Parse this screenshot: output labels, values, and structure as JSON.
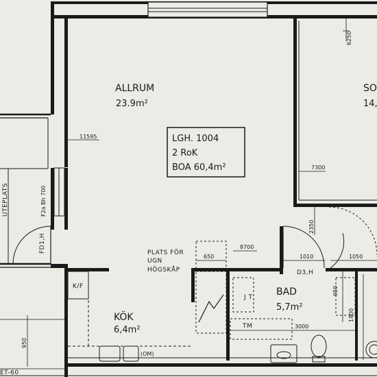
{
  "rooms": {
    "allrum": {
      "name": "ALLRUM",
      "area": "23.9m²"
    },
    "so": {
      "name": "SO",
      "area": "14,"
    },
    "kok": {
      "name": "KÖK",
      "area": "6,4m²"
    },
    "bad": {
      "name": "BAD",
      "area": "5,7m²"
    }
  },
  "apartment": {
    "id": "LGH. 1004",
    "rooms": "2 RoK",
    "boa": "BOA 60,4m²"
  },
  "labels": {
    "uteplats": "UTEPLATS",
    "plats_line1": "PLATS FÖR",
    "plats_line2": "UGN",
    "plats_line3": "HÖGSKÅP",
    "kf": "K/F",
    "tm": "TM",
    "d3h": "D3,H",
    "fd1h": "FD1,H",
    "f2abh": "F2a Bh 700",
    "om": "(OM)",
    "jt": "J T",
    "et60": "ET-60"
  },
  "dimensions": {
    "d6250": "6250",
    "d11595": "11595",
    "d7300": "7300",
    "d2350": "2350",
    "d8700": "8700",
    "d650": "650",
    "d1010": "1010",
    "d1050": "1050",
    "d950a": "950",
    "d950b": "950",
    "d3000": "3000",
    "d1900": "1900"
  }
}
